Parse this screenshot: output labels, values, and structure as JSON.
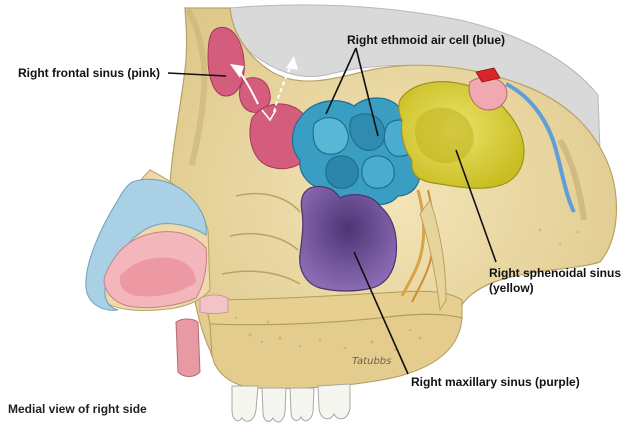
{
  "labels": {
    "frontal": "Right frontal sinus (pink)",
    "ethmoid": "Right ethmoid air cell (blue)",
    "sphenoid_line1": "Right sphenoidal sinus",
    "sphenoid_line2": "(yellow)",
    "maxillary": "Right maxillary sinus (purple)"
  },
  "caption": "Medial view of right side",
  "signature": "Tatubbs",
  "colors": {
    "frontal": "#d45d7e",
    "ethmoid": "#3a9ec2",
    "sphenoid": "#dcd132",
    "maxillary": "#7e5aa5",
    "bone": "#ecd9a2",
    "brain": "#d9d9d9",
    "mucosa": "#f3b6bb",
    "cartilage": "#a9d0e4"
  }
}
